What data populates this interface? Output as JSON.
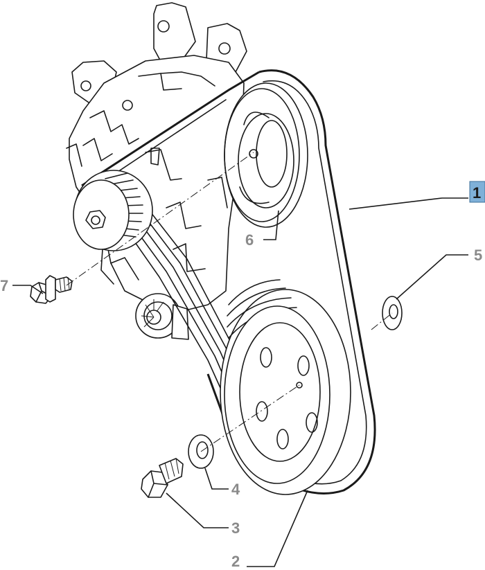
{
  "callouts": {
    "c1": "1",
    "c2": "2",
    "c3": "3",
    "c4": "4",
    "c5": "5",
    "c6": "6",
    "c7": "7"
  },
  "colors": {
    "highlight_box": "#7fb0d8",
    "callout_text": "#8a8a8a",
    "line": "#1a1a1a"
  }
}
